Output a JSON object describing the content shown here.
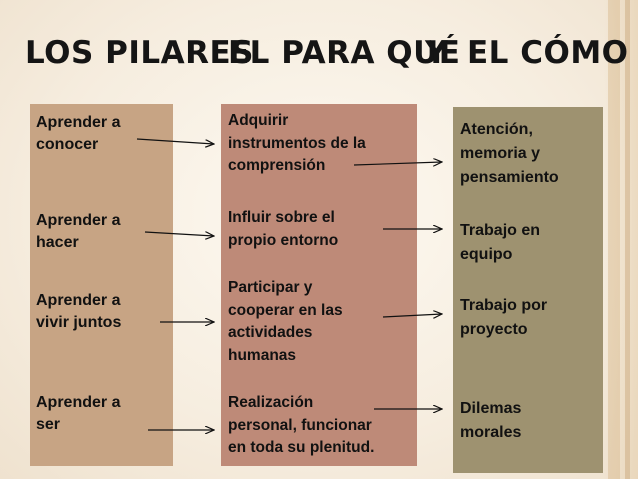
{
  "title": {
    "part1": "LOS PILARES",
    "part2": "EL PARA QUÉ",
    "part3": "Y",
    "part4": "EL CÓMO"
  },
  "pilares": [
    "Aprender a\nconocer",
    "Aprender a\nhacer",
    "Aprender a\nvivir juntos",
    "Aprender a\nser"
  ],
  "para_que": [
    "Adquirir\ninstrumentos de la\ncomprensión",
    "Influir sobre el\npropio entorno",
    "Participar y\ncooperar en las\nactividades\nhumanas",
    "Realización\npersonal, funcionar\nen toda su plenitud."
  ],
  "como": [
    "Atención,\nmemoria y\npensamiento",
    "Trabajo en\nequipo",
    "Trabajo por\nproyecto",
    "Dilemas\nmorales"
  ],
  "colors": {
    "pilares_box": "#c7a484",
    "para_que_box": "#be8a78",
    "como_box": "#9e9270",
    "background": "#f9f1e4"
  }
}
